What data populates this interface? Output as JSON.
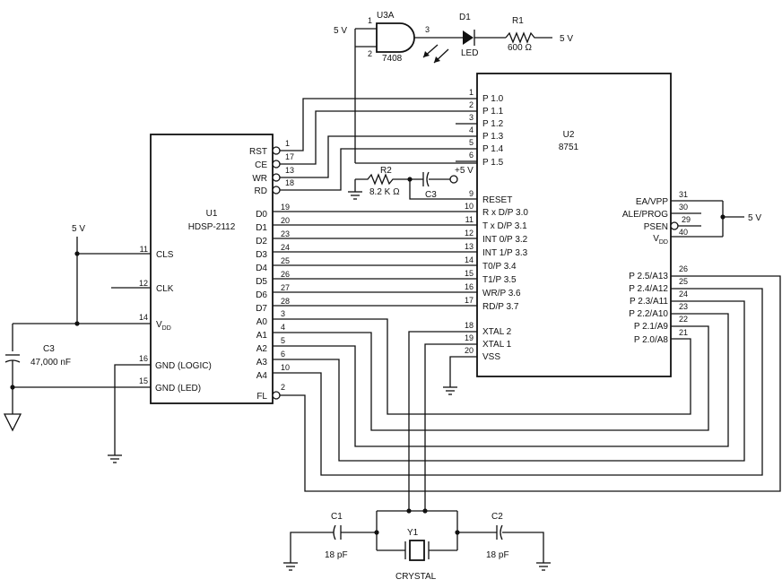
{
  "u1": {
    "ref": "U1",
    "part": "HDSP-2112",
    "left_pins": [
      {
        "num": "11",
        "label": "CLS"
      },
      {
        "num": "12",
        "label": "CLK"
      },
      {
        "num": "14",
        "label": "V",
        "sub": "DD"
      },
      {
        "num": "16",
        "label": "GND (LOGIC)"
      },
      {
        "num": "15",
        "label": "GND (LED)"
      }
    ],
    "right_pins": [
      {
        "num": "1",
        "label": "RST"
      },
      {
        "num": "17",
        "label": "CE"
      },
      {
        "num": "13",
        "label": "WR"
      },
      {
        "num": "18",
        "label": "RD"
      },
      {
        "num": "19",
        "label": "D0"
      },
      {
        "num": "20",
        "label": "D1"
      },
      {
        "num": "23",
        "label": "D2"
      },
      {
        "num": "24",
        "label": "D3"
      },
      {
        "num": "25",
        "label": "D4"
      },
      {
        "num": "26",
        "label": "D5"
      },
      {
        "num": "27",
        "label": "D6"
      },
      {
        "num": "28",
        "label": "D7"
      },
      {
        "num": "3",
        "label": "A0"
      },
      {
        "num": "4",
        "label": "A1"
      },
      {
        "num": "5",
        "label": "A2"
      },
      {
        "num": "6",
        "label": "A3"
      },
      {
        "num": "10",
        "label": "A4"
      },
      {
        "num": "2",
        "label": "FL"
      }
    ]
  },
  "u2": {
    "ref": "U2",
    "part": "8751",
    "left_pins": [
      {
        "num": "1",
        "label": "P 1.0"
      },
      {
        "num": "2",
        "label": "P 1.1"
      },
      {
        "num": "3",
        "label": "P 1.2"
      },
      {
        "num": "4",
        "label": "P 1.3"
      },
      {
        "num": "5",
        "label": "P 1.4"
      },
      {
        "num": "6",
        "label": "P 1.5"
      },
      {
        "num": "9",
        "label": "RESET"
      },
      {
        "num": "10",
        "label": "R x D/P  3.0"
      },
      {
        "num": "11",
        "label": "T x D/P  3.1"
      },
      {
        "num": "12",
        "label": "INT 0/P 3.2"
      },
      {
        "num": "13",
        "label": "INT 1/P 3.3"
      },
      {
        "num": "14",
        "label": "T0/P 3.4"
      },
      {
        "num": "15",
        "label": "T1/P 3.5"
      },
      {
        "num": "16",
        "label": "WR/P 3.6"
      },
      {
        "num": "17",
        "label": "RD/P 3.7"
      },
      {
        "num": "18",
        "label": "XTAL 2"
      },
      {
        "num": "19",
        "label": "XTAL 1"
      },
      {
        "num": "20",
        "label": "VSS"
      }
    ],
    "right_pins": [
      {
        "num": "31",
        "label": "EA/VPP"
      },
      {
        "num": "30",
        "label": "ALE/PROG"
      },
      {
        "num": "29",
        "label": "PSEN"
      },
      {
        "num": "40",
        "label": "V",
        "sub": "DD"
      },
      {
        "num": "26",
        "label": "P 2.5/A13"
      },
      {
        "num": "25",
        "label": "P 2.4/A12"
      },
      {
        "num": "24",
        "label": "P 2.3/A11"
      },
      {
        "num": "23",
        "label": "P 2.2/A10"
      },
      {
        "num": "22",
        "label": "P 2.1/A9"
      },
      {
        "num": "21",
        "label": "P 2.0/A8"
      }
    ]
  },
  "u3": {
    "ref": "U3A",
    "part": "7408",
    "pin_in1": "1",
    "pin_in2": "2",
    "pin_out": "3"
  },
  "d1": {
    "ref": "D1",
    "label": "LED"
  },
  "r1": {
    "ref": "R1",
    "value": "600 Ω"
  },
  "r2": {
    "ref": "R2",
    "value": "8.2 K Ω"
  },
  "c1": {
    "ref": "C1",
    "value": "18 pF"
  },
  "c2": {
    "ref": "C2",
    "value": "18 pF"
  },
  "c3_reset": {
    "ref": "C3"
  },
  "c3_bulk": {
    "ref": "C3",
    "value": "47,000 nF"
  },
  "y1": {
    "ref": "Y1",
    "label": "CRYSTAL"
  },
  "supply": {
    "five_v": "5 V",
    "plus_five_v": "+5 V"
  }
}
